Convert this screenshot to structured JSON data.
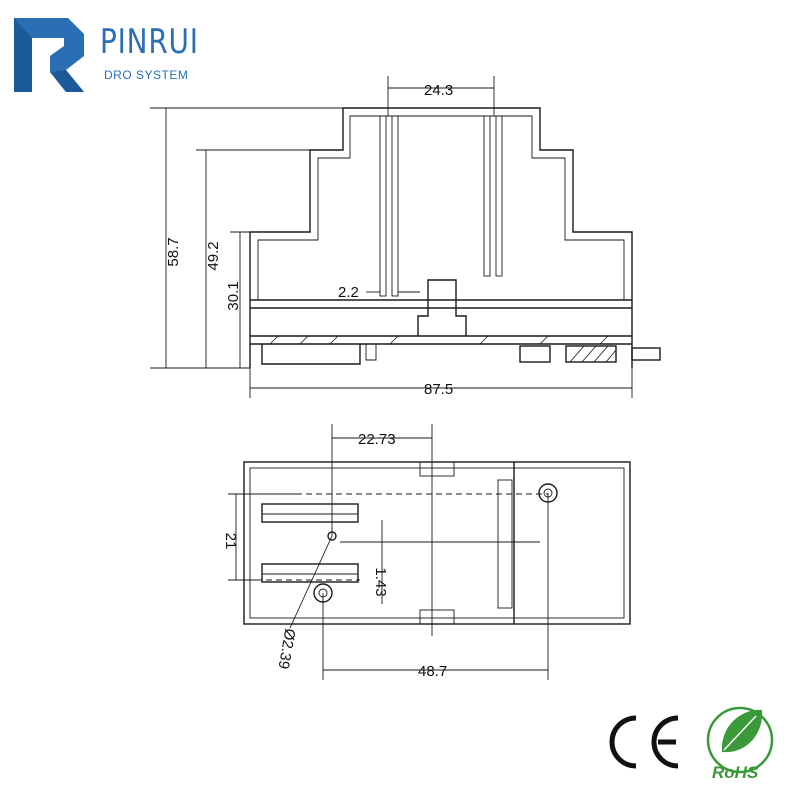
{
  "brand": {
    "name": "PINRUI",
    "tagline": "DRO SYSTEM",
    "color": "#2a6fb5",
    "logo_icon": "r-block-logo-icon"
  },
  "front_view": {
    "dimensions": {
      "top_width": "24.3",
      "total_height": "58.7",
      "mid_height": "49.2",
      "low_height": "30.1",
      "pin_gap": "2.2",
      "total_width": "87.5"
    }
  },
  "bottom_view": {
    "dimensions": {
      "pin_offset": "22.73",
      "pin_spacing": "21",
      "small_offset": "1.43",
      "hole_diameter": "Ø2.39",
      "hole_spacing": "48.7"
    }
  },
  "certifications": [
    {
      "name": "CE",
      "icon": "ce-mark-icon"
    },
    {
      "name": "RoHS",
      "icon": "rohs-leaf-icon",
      "color": "#3a9a3a"
    }
  ]
}
